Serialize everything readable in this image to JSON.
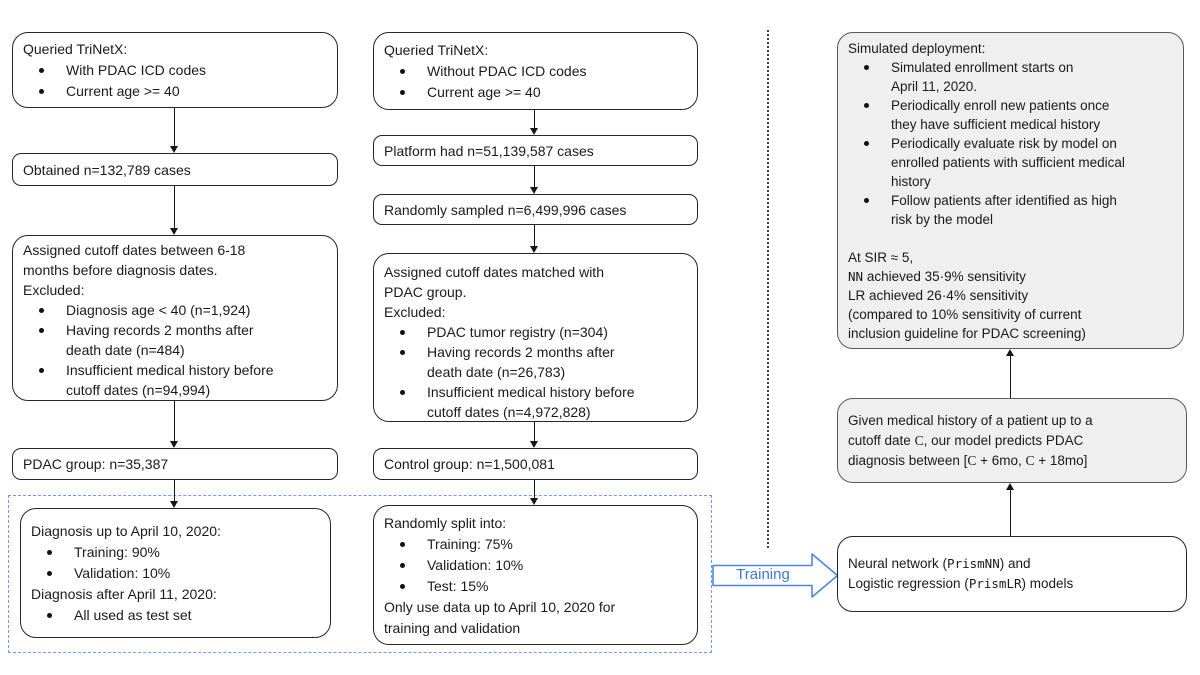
{
  "colors": {
    "accent_blue": "#4a86e8",
    "training_label_blue": "#3c78d8",
    "dashed_region_blue": "#6d9eeb",
    "gray_box_fill": "#efefef",
    "line_black": "#161616"
  },
  "left_column": {
    "query_box": {
      "title": "Queried TriNetX:",
      "bullets": [
        "With PDAC ICD codes",
        "Current age >= 40"
      ]
    },
    "obtained_box": {
      "text": "Obtained n=132,789 cases"
    },
    "cutoff_box": {
      "lines": [
        "Assigned cutoff dates between 6-18",
        "months before diagnosis dates.",
        "Excluded:"
      ],
      "bullets": [
        {
          "lines": [
            "Diagnosis age < 40 (n=1,924)"
          ]
        },
        {
          "lines": [
            "Having records 2 months after",
            "death date (n=484)"
          ]
        },
        {
          "lines": [
            "Insufficient medical history before",
            "cutoff dates (n=94,994)"
          ]
        }
      ]
    },
    "group_box": {
      "text": "PDAC group: n=35,387"
    },
    "split_box": {
      "line1": "Diagnosis up to April 10, 2020:",
      "bullets1": [
        "Training: 90%",
        "Validation: 10%"
      ],
      "line2": "Diagnosis after April 11, 2020:",
      "bullets2": [
        "All used as test set"
      ]
    }
  },
  "middle_column": {
    "query_box": {
      "title": "Queried TriNetX:",
      "bullets": [
        "Without PDAC ICD codes",
        "Current age >= 40"
      ]
    },
    "platform_box": {
      "text": "Platform had n=51,139,587 cases"
    },
    "sampled_box": {
      "text": "Randomly sampled n=6,499,996 cases"
    },
    "cutoff_box": {
      "lines": [
        "Assigned cutoff dates matched with",
        "PDAC group.",
        "Excluded:"
      ],
      "bullets": [
        {
          "lines": [
            "PDAC tumor registry (n=304)"
          ]
        },
        {
          "lines": [
            "Having records 2 months after",
            "death date (n=26,783)"
          ]
        },
        {
          "lines": [
            "Insufficient medical history before",
            "cutoff dates (n=4,972,828)"
          ]
        }
      ]
    },
    "group_box": {
      "text": "Control group: n=1,500,081"
    },
    "split_box": {
      "line1": "Randomly split into:",
      "bullets": [
        "Training: 75%",
        "Validation: 10%",
        "Test: 15%"
      ],
      "line2": "Only use data up to April 10, 2020 for",
      "line3": "training and validation"
    }
  },
  "training_arrow": {
    "label": "Training"
  },
  "right_column": {
    "deployment_box": {
      "title": "Simulated deployment:",
      "bullets": [
        {
          "lines": [
            "Simulated enrollment starts on",
            "April 11, 2020."
          ]
        },
        {
          "lines": [
            "Periodically enroll new patients once",
            "they have sufficient medical history"
          ]
        },
        {
          "lines": [
            "Periodically evaluate risk by model on",
            "enrolled patients with sufficient medical",
            "history"
          ]
        },
        {
          "lines": [
            "Follow patients after identified as high",
            "risk by the model"
          ]
        }
      ],
      "sir_line1": "At SIR ≈ 5,",
      "nn_mono": "NN",
      "nn_rest": " achieved 35·9% sensitivity",
      "lr_line": "LR achieved 26·4% sensitivity",
      "note_line1": "(compared to 10% sensitivity of current",
      "note_line2": "inclusion guideline for PDAC screening)"
    },
    "prediction_box": {
      "line1": "Given medical history of a patient up to a",
      "line2_pre": "cutoff date ",
      "line2_c": "C",
      "line2_post": ", our model predicts PDAC",
      "line3_pre": "diagnosis between [",
      "line3_c1": "C",
      "line3_mid": " + 6mo, ",
      "line3_c2": "C",
      "line3_post": " + 18mo]"
    },
    "models_box": {
      "line1_pre": "Neural network (",
      "line1_mono": "PrismNN",
      "line1_post": ") and",
      "line2_pre": "Logistic regression (",
      "line2_mono": "PrismLR",
      "line2_post": ") models"
    }
  }
}
